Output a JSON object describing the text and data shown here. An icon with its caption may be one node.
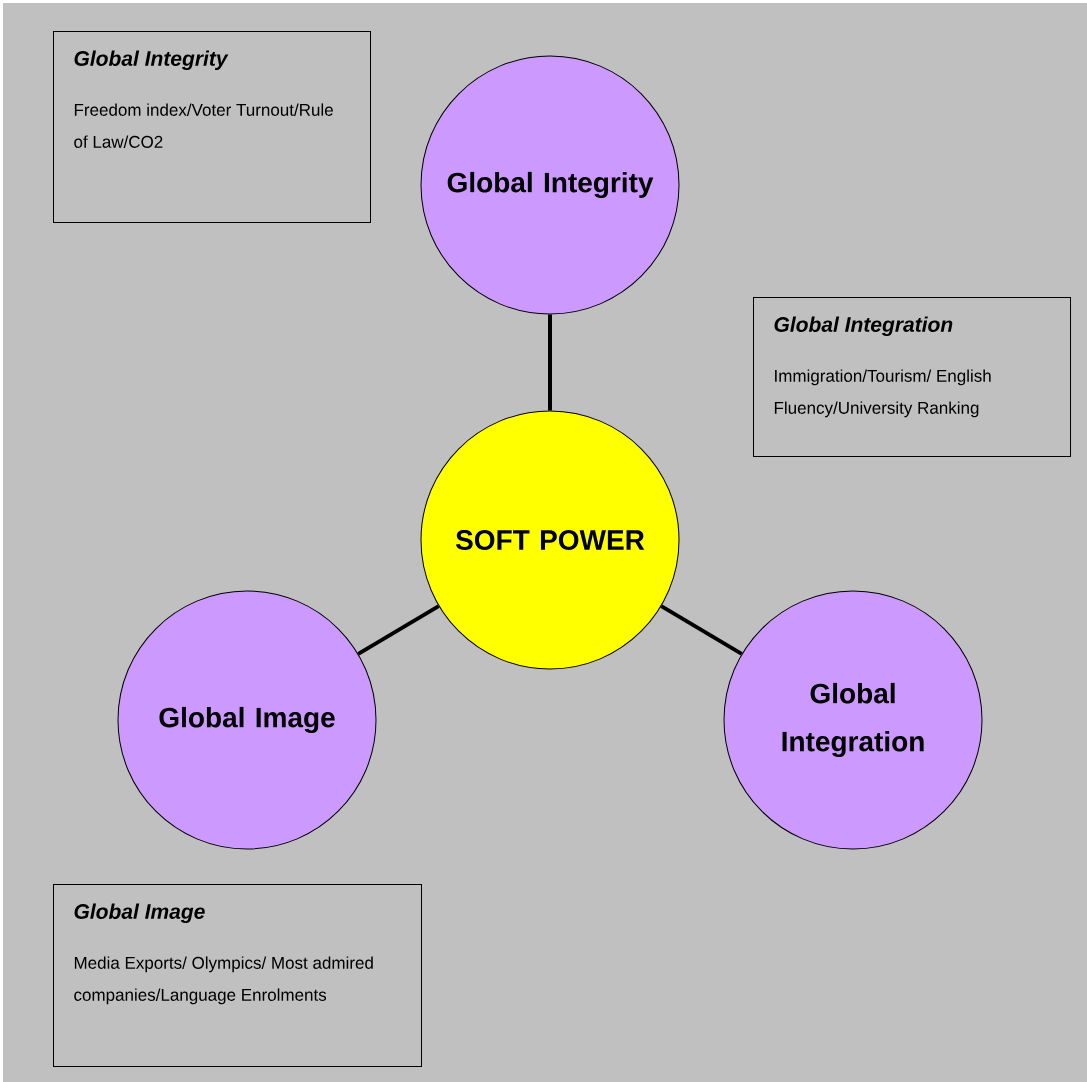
{
  "diagram": {
    "nodes": [
      {
        "text": [
          "Global Integrity",
          "Freedom index/Voter Turnout/Rule of Law/CO2"
        ]
      },
      {
        "text": [
          "Global Integrity"
        ]
      },
      {
        "text": [
          "Global Integration",
          "Immigration/Tourism/ English Fluency/University Ranking"
        ]
      },
      {
        "text": [
          "SOFT POWER"
        ]
      },
      {
        "text": [
          "Global Image"
        ]
      },
      {
        "text": [
          "Global Integration"
        ]
      },
      {
        "text": [
          "Global Image",
          "Media Exports/ Olympics/ Most admired companies/Language Enrolments"
        ]
      }
    ],
    "edges": [
      {
        "from": 3,
        "to": 1,
        "arrow": "none"
      },
      {
        "from": 3,
        "to": 4,
        "arrow": "none"
      },
      {
        "from": 3,
        "to": 5,
        "arrow": "none"
      }
    ]
  }
}
